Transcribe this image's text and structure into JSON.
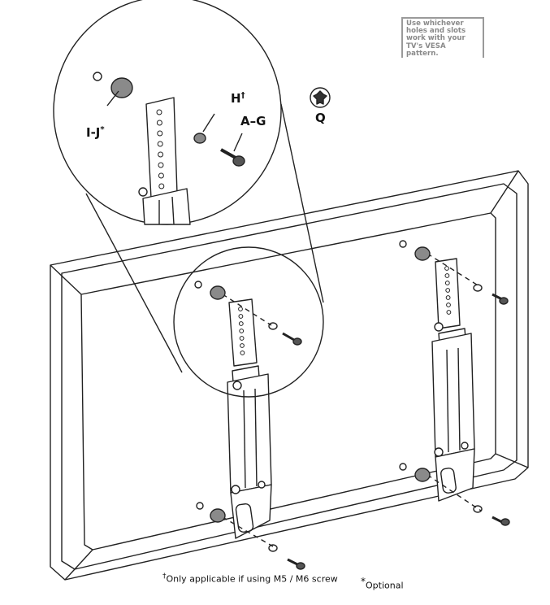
{
  "callout": {
    "text": "Use whichever holes and slots work with your TV's VESA pattern."
  },
  "labels": {
    "h": "H",
    "h_mark": "†",
    "ag": "A–G",
    "ij": "I-J",
    "ij_mark": "*",
    "q": "Q"
  },
  "footnotes": {
    "dagger_mark": "†",
    "dagger_text": "Only applicable if using M5 / M6 screw",
    "star_mark": "*",
    "star_text": "Optional"
  },
  "colors": {
    "line": "#222222",
    "hardware": "#7a7a7a",
    "callout_border": "#9a9a9a"
  }
}
